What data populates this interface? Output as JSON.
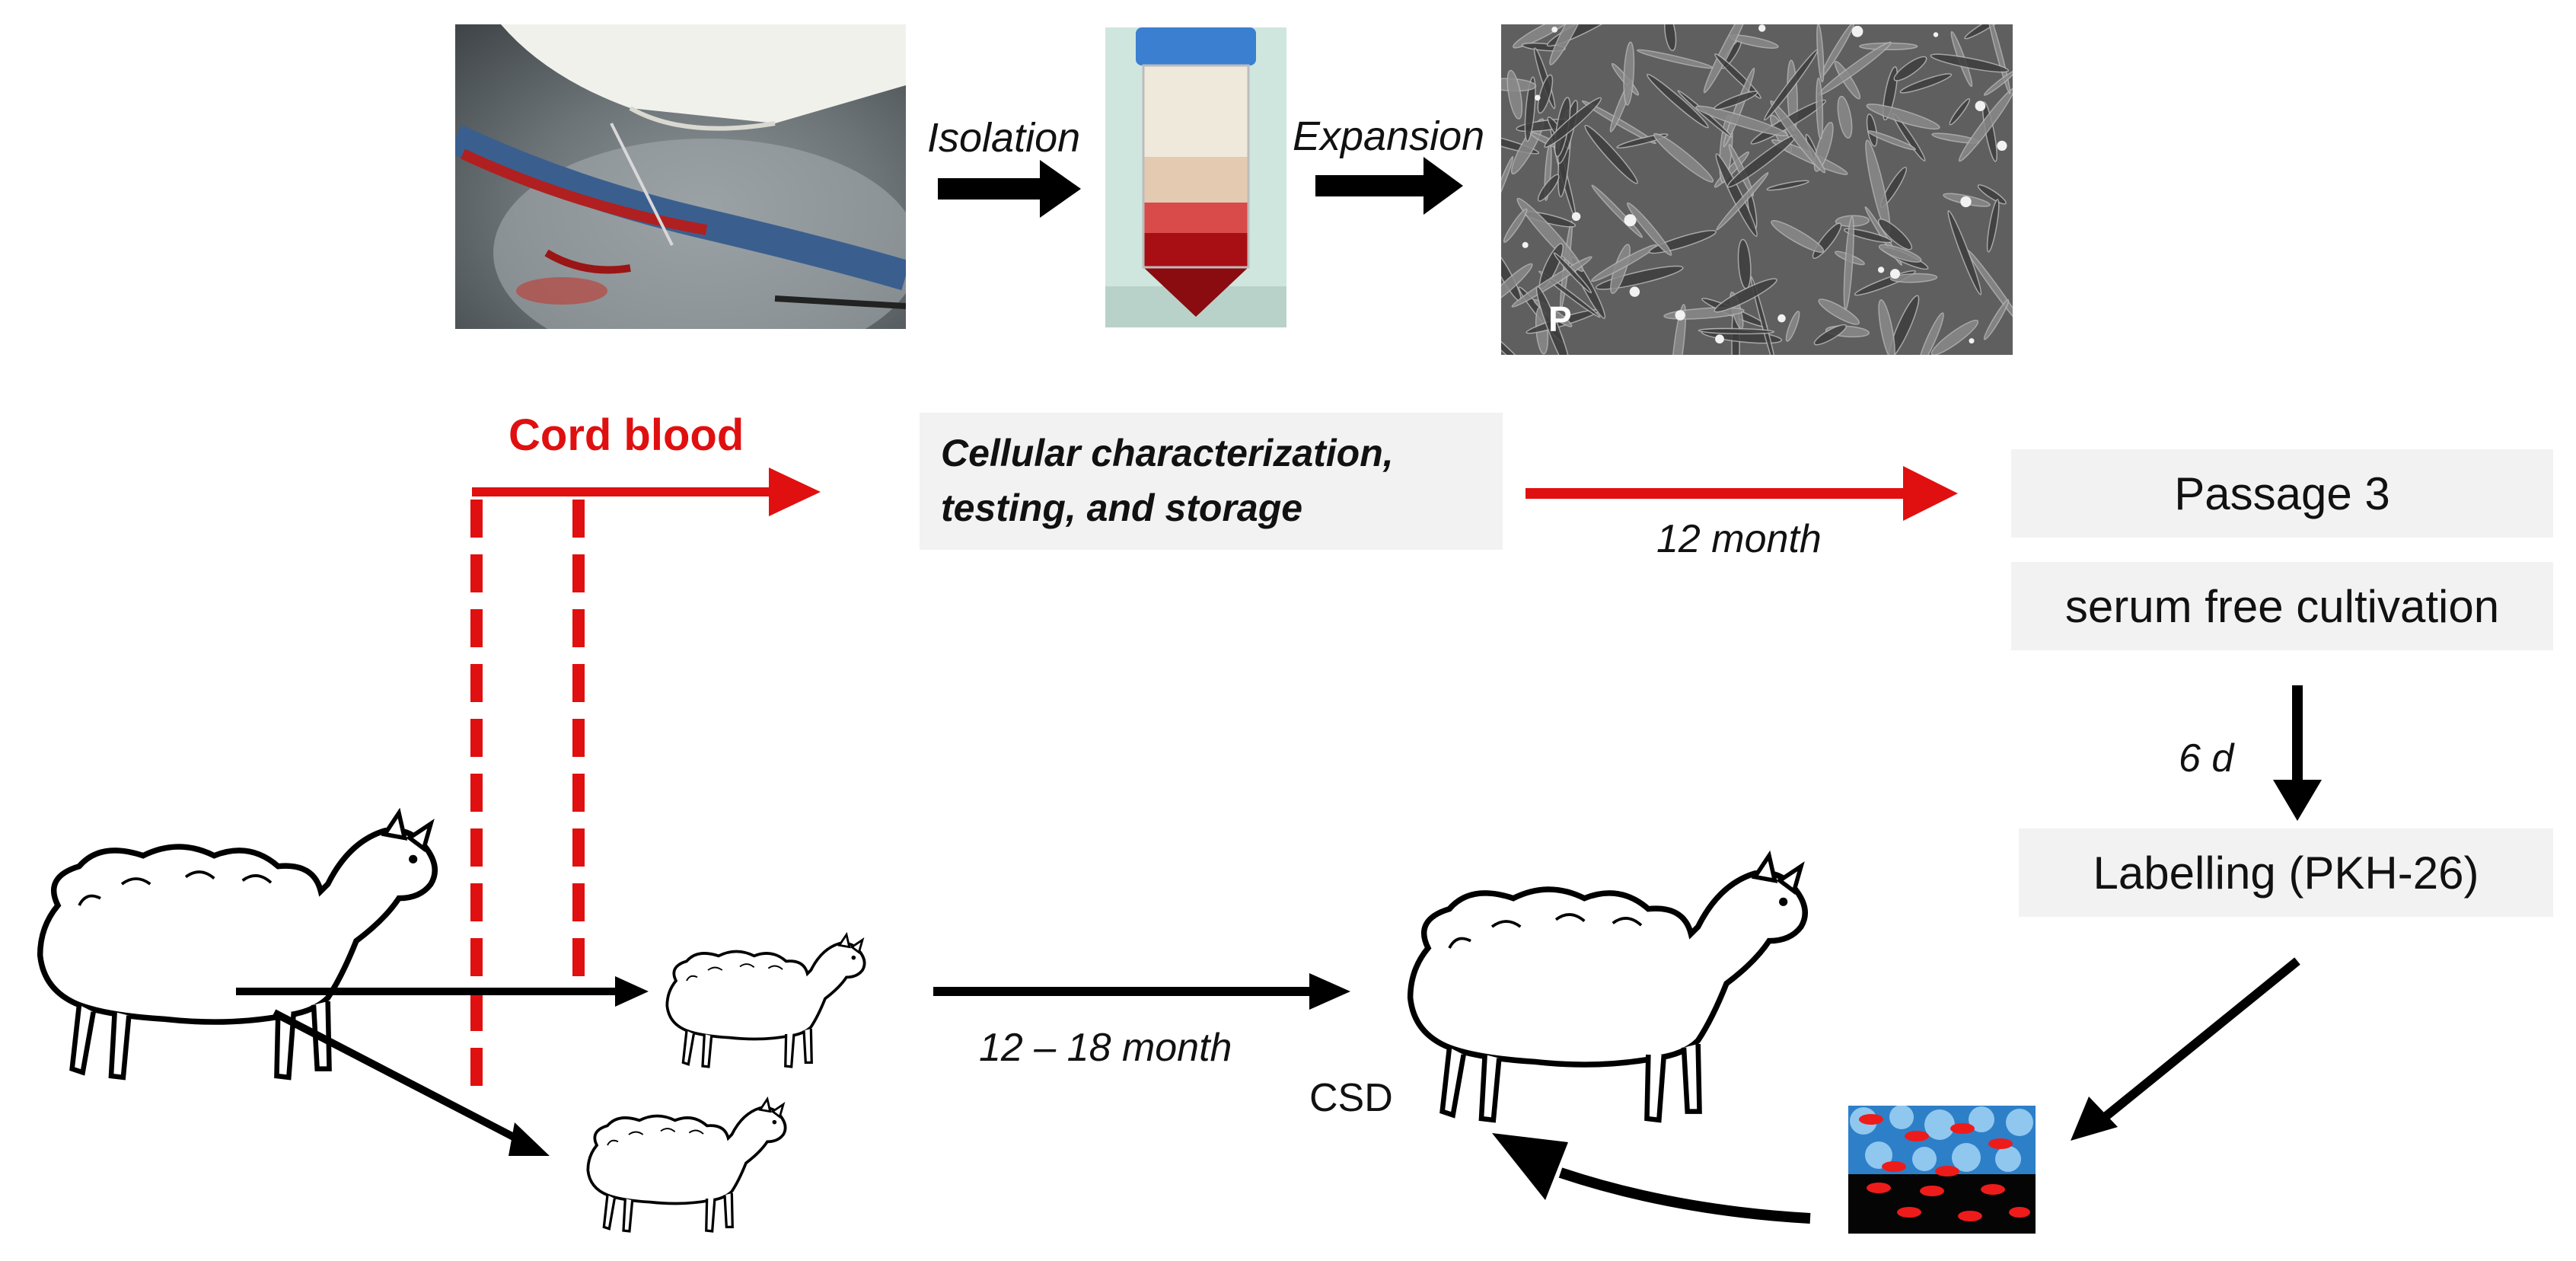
{
  "top_row": {
    "isolation_label": "Isolation",
    "expansion_label": "Expansion",
    "micro_mark": "P"
  },
  "cord_blood_label": "Cord blood",
  "characterization": {
    "line1": "Cellular characterization,",
    "line2": "testing, and storage"
  },
  "duration_12_month": "12 month",
  "passage_box": "Passage 3",
  "serum_box": "serum free cultivation",
  "days_label": "6 d",
  "labelling_box": "Labelling (PKH-26)",
  "duration_12_18": "12 – 18 month",
  "csd_label": "CSD",
  "colors": {
    "red": "#e01010",
    "black": "#000000",
    "box_bg": "#f2f2f2"
  }
}
